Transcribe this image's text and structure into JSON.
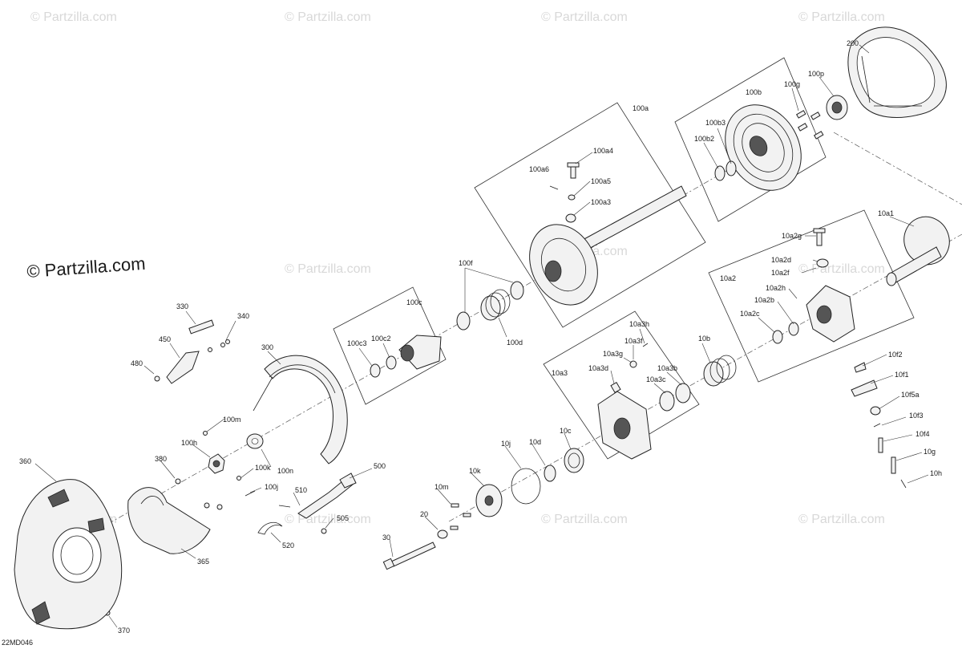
{
  "watermarks": {
    "text": "© Partzilla.com",
    "main": "© Partzilla.com"
  },
  "diagram_code": "22MD046",
  "groups": {
    "g100a": "100a",
    "g100b": "100b",
    "g100c": "100c",
    "g10a2": "10a2",
    "g10a3": "10a3"
  },
  "callouts": {
    "c200": "200",
    "c100p": "100p",
    "c100g": "100g",
    "c100b3": "100b3",
    "c100b2": "100b2",
    "c100a4": "100a4",
    "c100a6": "100a6",
    "c100a5": "100a5",
    "c100a3": "100a3",
    "c10a1": "10a1",
    "c10a2g": "10a2g",
    "c10a2d": "10a2d",
    "c10a2f": "10a2f",
    "c10a2h": "10a2h",
    "c10a2b": "10a2b",
    "c10a2c": "10a2c",
    "c100f": "100f",
    "c100d": "100d",
    "c100c3": "100c3",
    "c100c2": "100c2",
    "c330": "330",
    "c340": "340",
    "c450": "450",
    "c480": "480",
    "c300": "300",
    "c10a3h": "10a3h",
    "c10a3f": "10a3f",
    "c10a3g": "10a3g",
    "c10a3d": "10a3d",
    "c10a3b": "10a3b",
    "c10a3c": "10a3c",
    "c10b": "10b",
    "c10f2": "10f2",
    "c10f1": "10f1",
    "c10f5a": "10f5a",
    "c10f3": "10f3",
    "c10f4": "10f4",
    "c10g": "10g",
    "c10h": "10h",
    "c100m": "100m",
    "c100h": "100h",
    "c100k": "100k",
    "c100n": "100n",
    "c100j": "100j",
    "c360": "360",
    "c380": "380",
    "c365": "365",
    "c370": "370",
    "c500": "500",
    "c510": "510",
    "c505": "505",
    "c520": "520",
    "c10j": "10j",
    "c10d": "10d",
    "c10c": "10c",
    "c10k": "10k",
    "c10m": "10m",
    "c20": "20",
    "c30": "30"
  }
}
